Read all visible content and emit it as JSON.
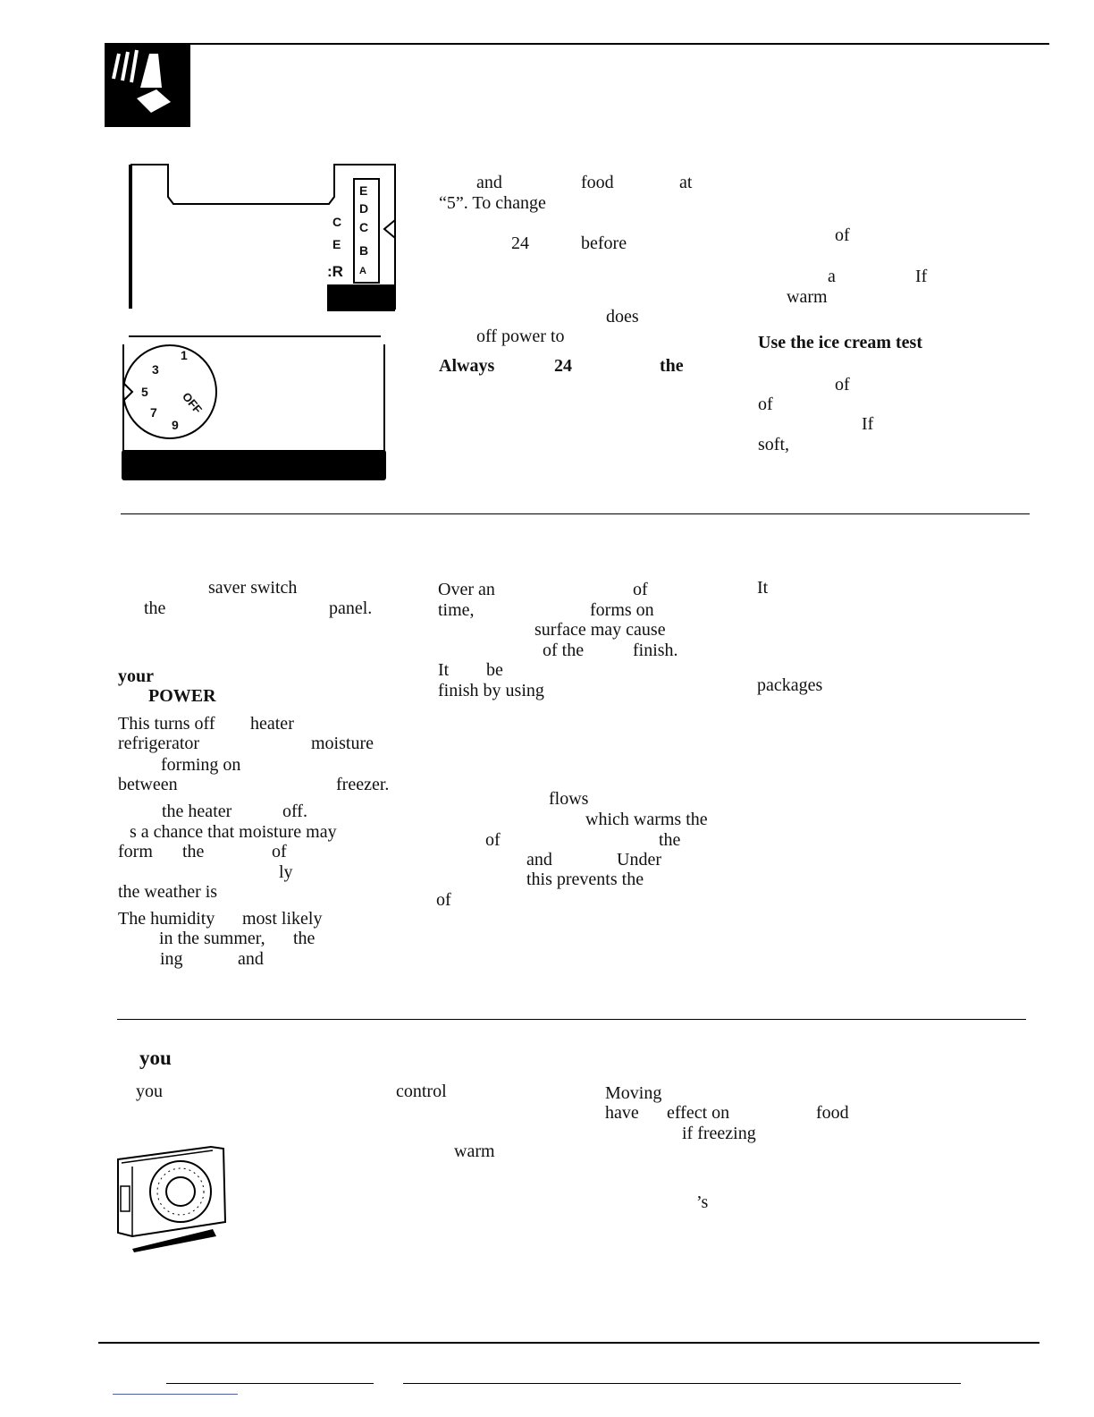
{
  "section1": {
    "colB": {
      "l1": [
        "and",
        "food",
        "at"
      ],
      "l2": [
        "“5”. To change"
      ],
      "l3": [
        "24",
        "before"
      ],
      "l4": [
        "does"
      ],
      "l5": [
        "off power to"
      ],
      "l6": [
        "Always",
        "24",
        "the"
      ]
    },
    "colC": {
      "l1": [
        "of"
      ],
      "l2": [
        "a",
        "If"
      ],
      "l3": [
        "warm"
      ],
      "l4": "Use the ice cream test",
      "l5": [
        "of"
      ],
      "l6": [
        "of"
      ],
      "l7": [
        "If"
      ],
      "l8": [
        "soft,"
      ]
    },
    "panel": {
      "side": [
        "C",
        "E",
        ":R"
      ],
      "scale": [
        "E",
        "D",
        "C",
        "B",
        "A"
      ],
      "dial": [
        "1",
        "3",
        "5",
        "7",
        "9",
        "OFF"
      ]
    }
  },
  "section2": {
    "colA": {
      "l1": [
        "saver switch"
      ],
      "l2": [
        "the",
        "panel."
      ],
      "h1": "your",
      "h2": "POWER",
      "l3": [
        "This turns off",
        "heater"
      ],
      "l4": [
        "refrigerator",
        "moisture"
      ],
      "l5": [
        "forming on"
      ],
      "l6": [
        "between",
        "freezer."
      ],
      "l7": [
        "the heater",
        "off."
      ],
      "l8": [
        "s a chance that moisture may"
      ],
      "l9": [
        "form",
        "the",
        "of"
      ],
      "l10": [
        "ly"
      ],
      "l11": [
        "the weather is"
      ],
      "l12": [
        "The humidity",
        "most likely"
      ],
      "l13": [
        "in the summer,",
        "the"
      ],
      "l14": [
        "ing",
        "and"
      ]
    },
    "colB": {
      "l1": [
        "Over an",
        "of"
      ],
      "l2": [
        "time,",
        "forms on"
      ],
      "l3": [
        "surface may cause"
      ],
      "l4": [
        "of the",
        "finish."
      ],
      "l5": [
        "It",
        "be"
      ],
      "l6": [
        "finish by using"
      ],
      "l7": [
        "flows"
      ],
      "l8": [
        "which warms the"
      ],
      "l9": [
        "of",
        "the"
      ],
      "l10": [
        "and",
        "Under"
      ],
      "l11": [
        "this prevents the"
      ],
      "l12": [
        "of"
      ]
    },
    "colC": {
      "l1": [
        "It"
      ],
      "l2": [
        "packages"
      ]
    }
  },
  "section3": {
    "heading": "you",
    "l1": [
      "you",
      "control"
    ],
    "l2": [
      "warm"
    ],
    "r1": [
      "Moving"
    ],
    "r2": [
      "have",
      "effect on",
      "food"
    ],
    "r3": [
      "if freezing"
    ],
    "r4": [
      "’s"
    ]
  }
}
